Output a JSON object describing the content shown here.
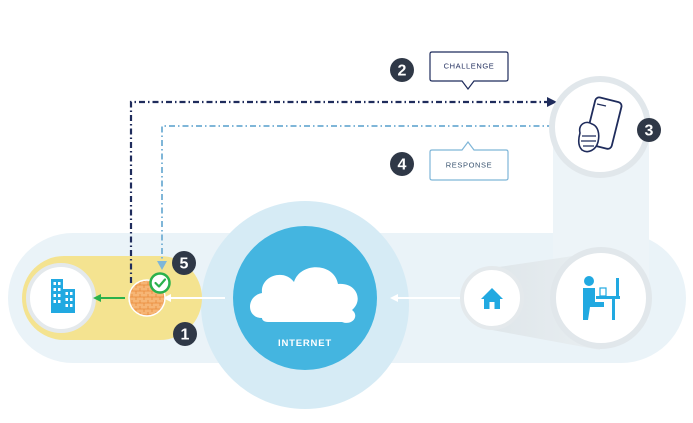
{
  "internet": {
    "label": "INTERNET"
  },
  "challenge": {
    "step": "2",
    "label": "CHALLENGE"
  },
  "response": {
    "step": "4",
    "label": "RESPONSE"
  },
  "badges": {
    "firewall": "1",
    "device": "3",
    "verified": "5"
  },
  "colors": {
    "band": "#eaf3f8",
    "cloud_ring": "#cfe7f3",
    "cloud_blue": "#44b5e0",
    "yellow_band": "#f4e390",
    "node_ring": "#e6ecef",
    "navy": "#1f2c5c",
    "dark_badge": "#2f3847",
    "light_blue_line": "#7fb6d8",
    "brick": "#f2a35b",
    "green": "#2bb14c",
    "icon_blue": "#21a9e1"
  },
  "icons": [
    "office-building-icon",
    "firewall-icon",
    "check-icon",
    "cloud-icon",
    "home-icon",
    "remote-worker-icon",
    "smartphone-icon",
    "hand-icon"
  ]
}
